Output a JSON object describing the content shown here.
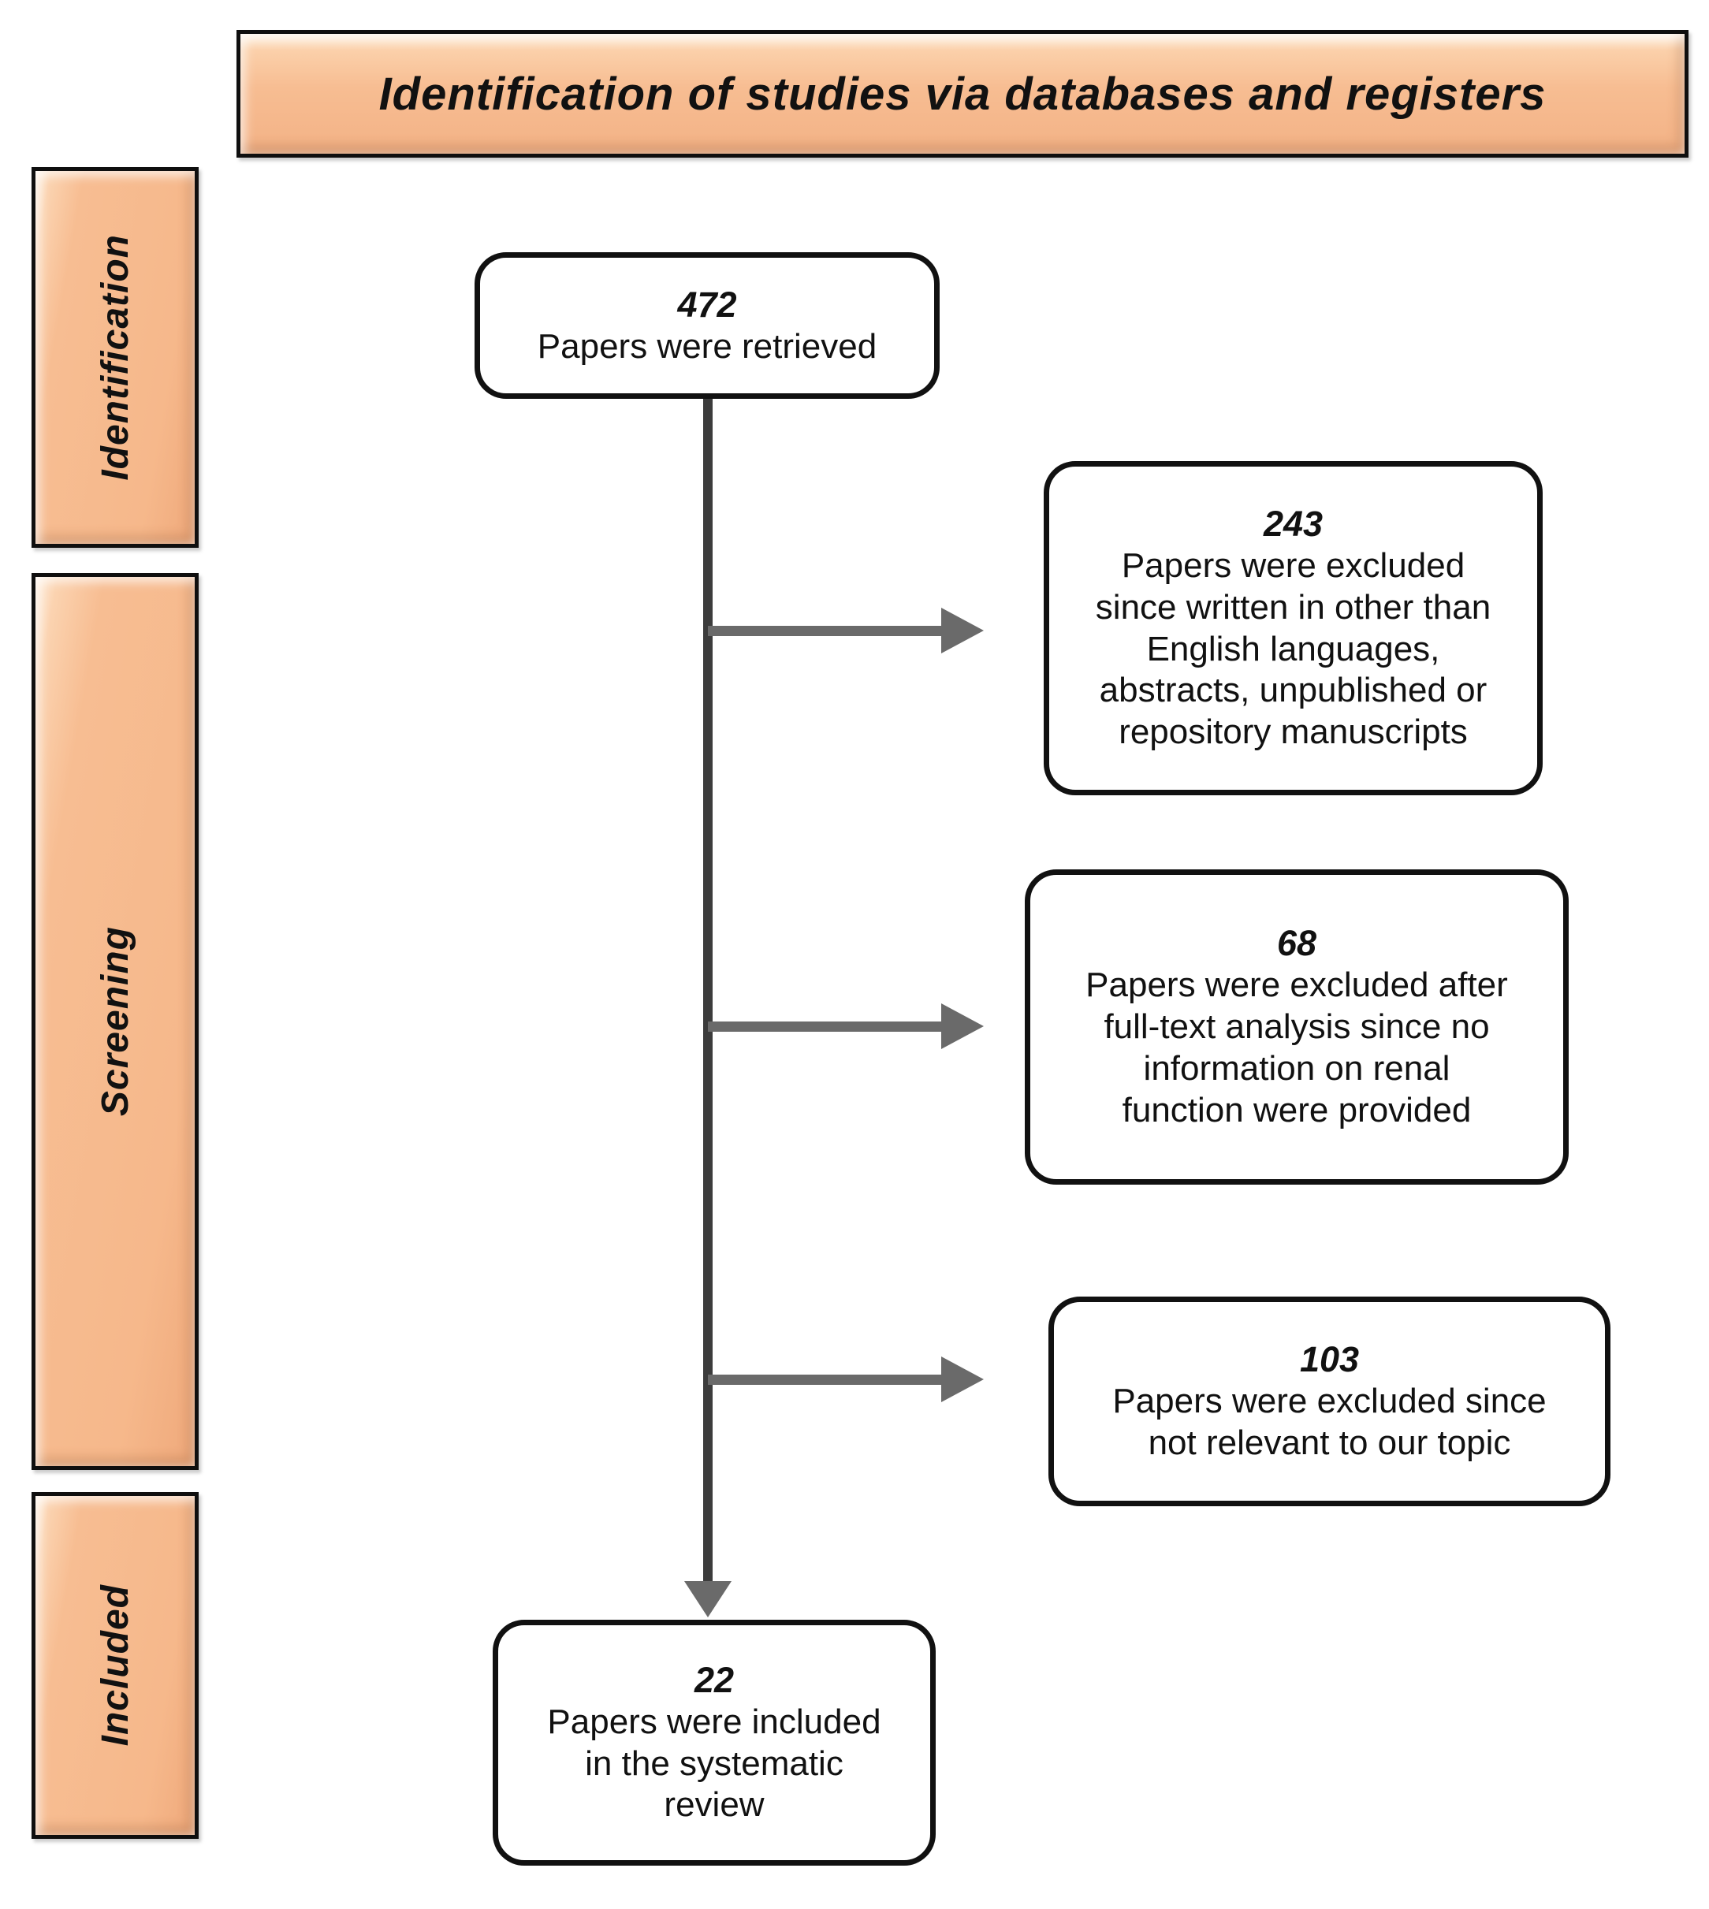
{
  "title": "Identification of studies via databases and registers",
  "stages": [
    {
      "id": "identification",
      "label": "Identification"
    },
    {
      "id": "screening",
      "label": "Screening"
    },
    {
      "id": "included",
      "label": "Included"
    }
  ],
  "nodes": {
    "retrieved": {
      "count": "472",
      "label": "Papers were retrieved"
    },
    "excluded_language": {
      "count": "243",
      "label": "Papers were excluded since written in other than English languages, abstracts, unpublished or repository manuscripts"
    },
    "excluded_fulltext": {
      "count": "68",
      "label": "Papers were excluded after full-text analysis since no information on renal function were provided"
    },
    "excluded_relevance": {
      "count": "103",
      "label": "Papers were excluded since not relevant to our topic"
    },
    "included": {
      "count": "22",
      "label": "Papers were included in the systematic review"
    }
  },
  "colors": {
    "stage_fill": "#F7BD92",
    "stage_highlight": "#FFF0E0",
    "box_border": "#111111",
    "main_line": "#3C3C3C",
    "branch_arrow": "#6A6A6A",
    "background": "#FFFFFF",
    "text": "#111111"
  }
}
